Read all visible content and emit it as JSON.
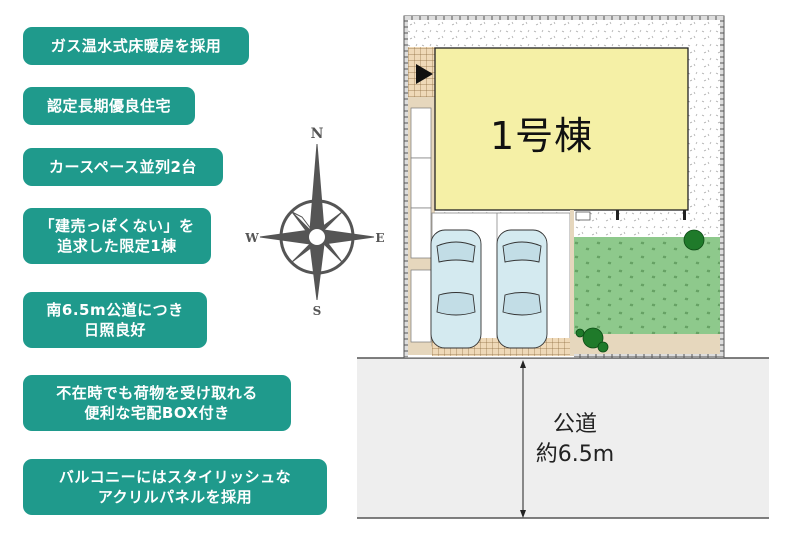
{
  "features": [
    {
      "lines": [
        "ガス温水式床暖房を採用"
      ]
    },
    {
      "lines": [
        "認定長期優良住宅"
      ]
    },
    {
      "lines": [
        "カースペース並列2台"
      ]
    },
    {
      "lines": [
        "「建売っぽくない」を",
        "追求した限定1棟"
      ]
    },
    {
      "lines": [
        "南6.5m公道につき",
        "日照良好"
      ]
    },
    {
      "lines": [
        "不在時でも荷物を受け取れる",
        "便利な宅配BOX付き"
      ]
    },
    {
      "lines": [
        "バルコニーにはスタイリッシュな",
        "アクリルパネルを採用"
      ]
    }
  ],
  "compass": {
    "n": "N",
    "s": "S",
    "e": "E",
    "w": "W"
  },
  "plan": {
    "building_label": "1号棟",
    "road_label": "公道",
    "road_width": "約6.5m"
  },
  "colors": {
    "badge": "#1f9a8c",
    "building": "#f5f0a6",
    "lawn": "#8ec98c",
    "road": "#eeeeee",
    "car": "#d4eaf0",
    "paving": "#efd9b8"
  }
}
